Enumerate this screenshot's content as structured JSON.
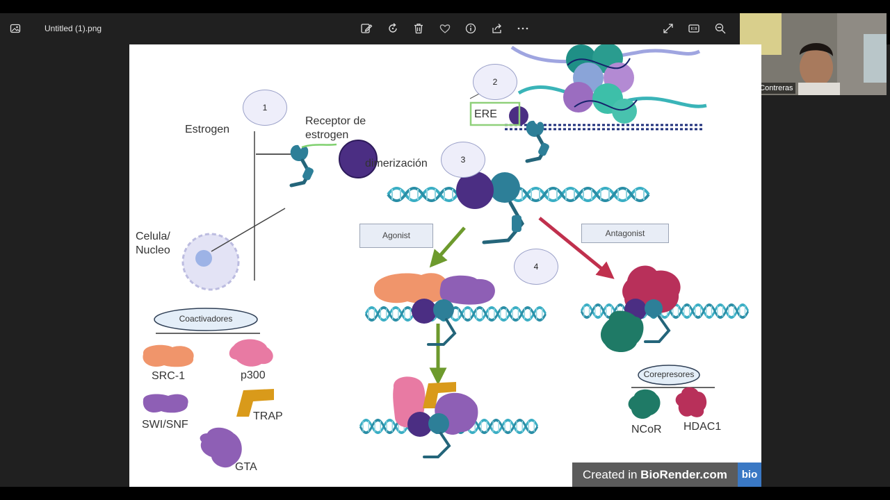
{
  "viewer": {
    "file_title": "Untitled (1).png",
    "toolbar_actions": [
      "edit-icon",
      "rotate-icon",
      "delete-icon",
      "favorite-icon",
      "info-icon",
      "share-icon",
      "more-icon"
    ],
    "right_actions": [
      "fullscreen-icon",
      "actual-size-icon",
      "zoom-out-icon"
    ]
  },
  "webcam": {
    "name": "Joel Contreras"
  },
  "figure": {
    "step1": "1",
    "step2": "2",
    "step3": "3",
    "step4": "4",
    "estrogen": "Estrogen",
    "receptor_line1": "Receptor de",
    "receptor_line2": "estrogen",
    "cell_line1": "Celula/",
    "cell_line2": "Nucleo",
    "ere": "ERE",
    "dimerization": "dimerización",
    "agonist": "Agonist",
    "antagonist": "Antagonist",
    "coactivators_title": "Coactivadores",
    "src1": "SRC-1",
    "p300": "p300",
    "swisnf": "SWI/SNF",
    "trap": "TRAP",
    "gta": "GTA",
    "corepressors_title": "Corepresores",
    "ncor": "NCoR",
    "hdac1": "HDAC1",
    "brand_prefix": "Created in ",
    "brand_name": "BioRender.com",
    "brand_logo": "bio"
  },
  "colors": {
    "estrogen": "#4b2e83",
    "receptor": "#2d7f98",
    "dna": "#3aaec4",
    "src1": "#f0956b",
    "p300": "#e87aa3",
    "swisnf": "#8e5fb5",
    "trap": "#d99a1a",
    "ncor": "#1f7a66",
    "hdac1": "#b8305a"
  }
}
